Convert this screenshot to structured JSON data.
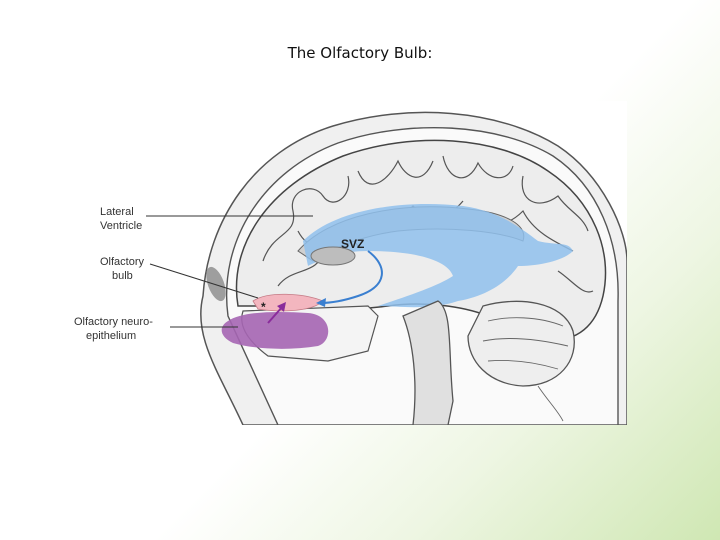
{
  "slide": {
    "title": "The Olfactory Bulb:"
  },
  "figure": {
    "labels": {
      "lateral_ventricle_1": "Lateral",
      "lateral_ventricle_2": "Ventricle",
      "olfactory_bulb_1": "Olfactory",
      "olfactory_bulb_2": "bulb",
      "neuroepithelium_1": "Olfactory neuro-",
      "neuroepithelium_2": "epithelium",
      "svz": "SVZ",
      "asterisk": "*"
    },
    "colors": {
      "svz_region": "#8fc0ec",
      "olfactory_bulb": "#f3b6bf",
      "neuroepithelium": "#a565b3",
      "arrow_blue": "#3a7fd0",
      "arrow_purple": "#8a2c9b",
      "tissue_gray": "#d9d9d9",
      "outline": "#555555"
    }
  }
}
